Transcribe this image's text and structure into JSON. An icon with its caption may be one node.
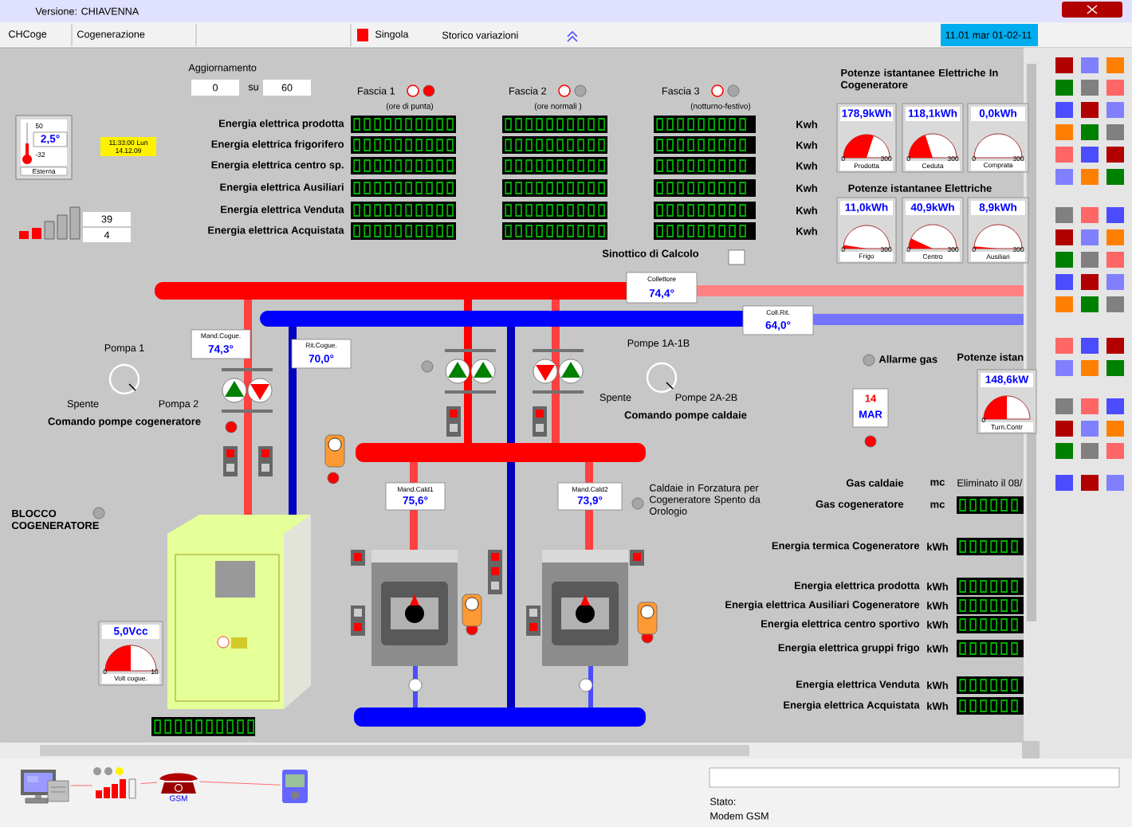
{
  "diagram": {
    "title": "Versione: CHIAVENNA",
    "nodes": [
      {
        "text": [
          "50",
          "2,5°",
          "-32",
          "Esterna"
        ]
      },
      {
        "text": [
          "11:33:00 Lun 14.12.09"
        ]
      },
      {
        "text": [
          "178,9kWh",
          "0",
          "300",
          "Prodotta"
        ]
      },
      {
        "text": [
          "118,1kWh",
          "0",
          "300",
          "Ceduta"
        ]
      },
      {
        "text": [
          "0,0kWh",
          "0",
          "300",
          "Comprata"
        ]
      },
      {
        "text": [
          "11,0kWh",
          "0",
          "300",
          "Frigo"
        ]
      },
      {
        "text": [
          "40,9kWh",
          "0",
          "300",
          "Centro"
        ]
      },
      {
        "text": [
          "8,9kWh",
          "0",
          "300",
          "Ausiliari"
        ]
      },
      {
        "text": [
          "Collettore",
          "74,4°"
        ]
      },
      {
        "text": [
          "Coll.Rit.",
          "64,0°"
        ]
      },
      {
        "text": [
          "Mand.Cogue.",
          "74,3°"
        ]
      },
      {
        "text": [
          "Rit.Cogue.",
          "70,0°"
        ]
      },
      {
        "text": [
          "148,6kW",
          "0",
          "Turn.Contr"
        ]
      },
      {
        "text": [
          "14",
          "MAR"
        ]
      },
      {
        "text": [
          "Mand.Cald1",
          "75,6°"
        ]
      },
      {
        "text": [
          "Mand.Cald2",
          "73,9°"
        ]
      },
      {
        "text": [
          "5,0Vcc",
          "0",
          "10",
          "Volt cogue."
        ]
      },
      {
        "text": [],
        "shape": "picture"
      },
      {
        "text": [],
        "shape": "picture"
      },
      {
        "text": [],
        "shape": "picture",
        "beside": [
          "GSM"
        ]
      },
      {
        "text": [],
        "shape": "picture"
      }
    ],
    "edges": [
      {
        "from": 17,
        "to": 18,
        "arrow": "none"
      },
      {
        "from": 18,
        "to": 19,
        "arrow": "none"
      },
      {
        "from": 19,
        "to": 20,
        "arrow": "none"
      }
    ],
    "labels": [
      "CHCoge",
      "Cogenerazione",
      "Singola",
      "Storico variazioni",
      "11.01  mar 01-02-11",
      "Aggiornamento",
      "0",
      "su",
      "60",
      "Fascia 1",
      "(ore di punta)",
      "Fascia 2",
      "(ore normali )",
      "Fascia 3",
      "(notturno-festivo)",
      "Potenze istantanee Elettriche In Cogeneratore",
      "Energia elettrica prodotta",
      "Energia elettrica frigorifero",
      "Energia elettrica centro sp.",
      "Energia elettrica Ausiliari",
      "Energia elettrica Venduta",
      "Energia elettrica Acquistata",
      "Kwh",
      "Kwh",
      "Kwh",
      "Kwh",
      "Kwh",
      "Kwh",
      "39",
      "4",
      "Potenze istantanee Elettriche",
      "Sinottico di Calcolo",
      "Pompa 1",
      "Spente",
      "Pompa 2",
      "Comando pompe cogeneratore",
      "Pompe 1A-1B",
      "Spente",
      "Pompe 2A-2B",
      "Comando pompe caldaie",
      "Allarme gas",
      "Potenze istan",
      "Caldaie in Forzatura per Cogeneratore Spento da Orologio",
      "BLOCCO COGENERATORE",
      "Gas caldaie",
      "mc",
      "Eliminato il 08/",
      "Gas cogeneratore",
      "mc",
      "Energia termica Cogeneratore",
      "kWh",
      "Energia elettrica prodotta",
      "kWh",
      "Energia elettrica Ausiliari Cogeneratore",
      "kWh",
      "Energia elettrica centro sportivo",
      "kWh",
      "Energia elettrica gruppi frigo",
      "kWh",
      "Energia elettrica Venduta",
      "kWh",
      "Energia elettrica Acquistata",
      "kWh",
      "Stato:",
      "Modem GSM"
    ]
  }
}
